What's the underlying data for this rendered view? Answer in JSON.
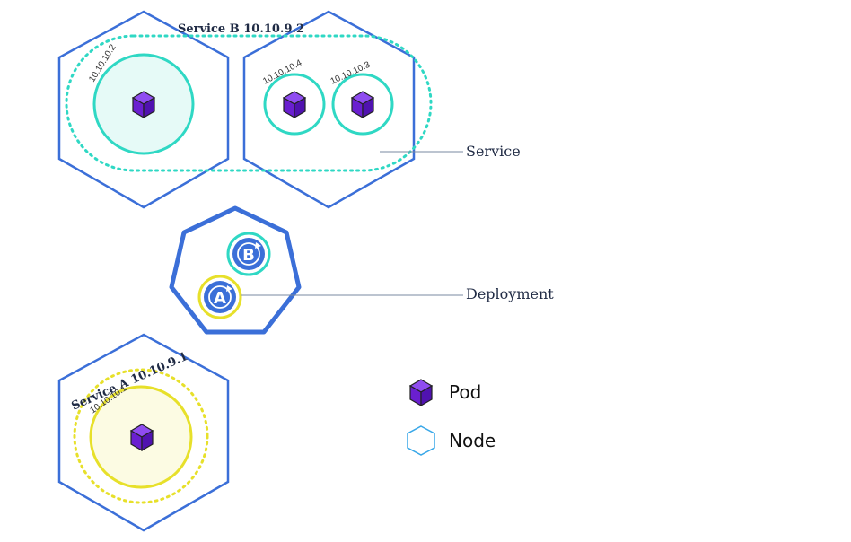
{
  "colors": {
    "node": "#3b6fd8",
    "pod": "#6a1fd0",
    "service_b": "#2fd8c4",
    "service_a": "#e7e02a",
    "legend_node": "#38a7e8",
    "callout_line": "#7a8aa0"
  },
  "service_b": {
    "label": "Service B 10.10.9.2"
  },
  "service_a": {
    "label": "Service A  10.10.9.1"
  },
  "pods": {
    "pod_b1": {
      "ip": "10.10.10.2"
    },
    "pod_b2": {
      "ip": "10.10.10.4"
    },
    "pod_b3": {
      "ip": "10.10.10.3"
    },
    "pod_a1": {
      "ip": "10.10.10.1"
    }
  },
  "deployment": {
    "badge_b": "B",
    "badge_a": "A"
  },
  "callouts": {
    "service": "Service",
    "deployment": "Deployment"
  },
  "legend": {
    "pod": "Pod",
    "node": "Node"
  },
  "icons": [
    "pod-cube-icon",
    "node-hexagon-icon",
    "deployment-heptagon-icon",
    "refresh-arrow-icon"
  ]
}
